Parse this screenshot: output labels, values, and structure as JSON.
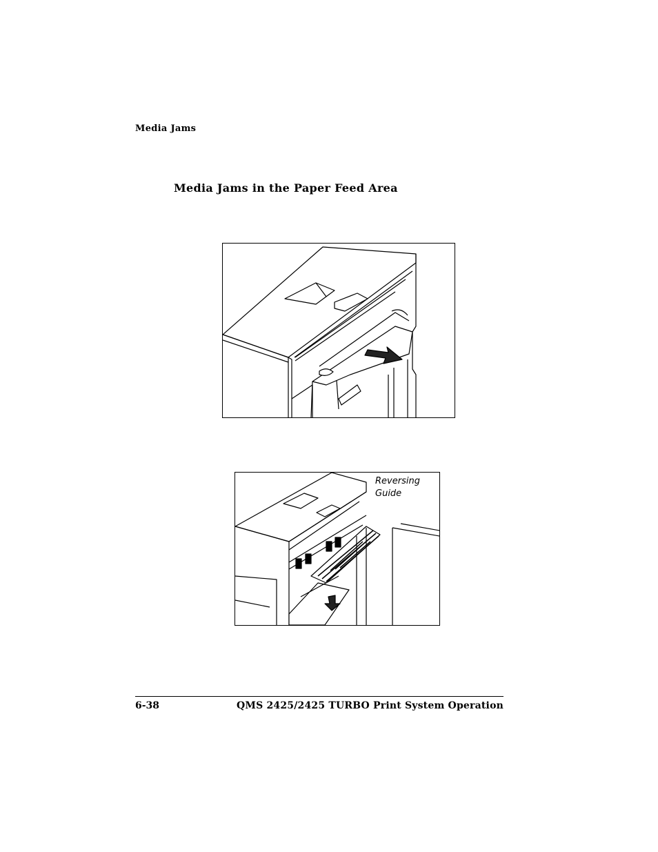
{
  "header": {
    "running_head": "Media Jams"
  },
  "section": {
    "title": "Media Jams in the Paper Feed Area"
  },
  "figures": [
    {
      "name": "paper-feed-jam-removal"
    },
    {
      "name": "reversing-guide-open",
      "callout": [
        "Reversing",
        "Guide"
      ]
    }
  ],
  "footer": {
    "page_number": "6-38",
    "book_title": "QMS 2425/2425 TURBO Print System Operation"
  }
}
